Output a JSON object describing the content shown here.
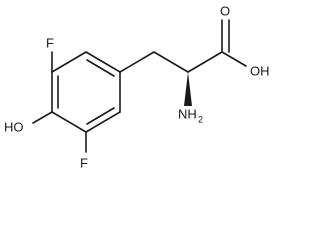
{
  "molecule": {
    "atoms": {
      "f_top": "F",
      "f_bottom": "F",
      "ho": "HO",
      "oh": "OH",
      "o_carbonyl": "O",
      "nh2_main": "NH",
      "nh2_sub": "2"
    }
  }
}
